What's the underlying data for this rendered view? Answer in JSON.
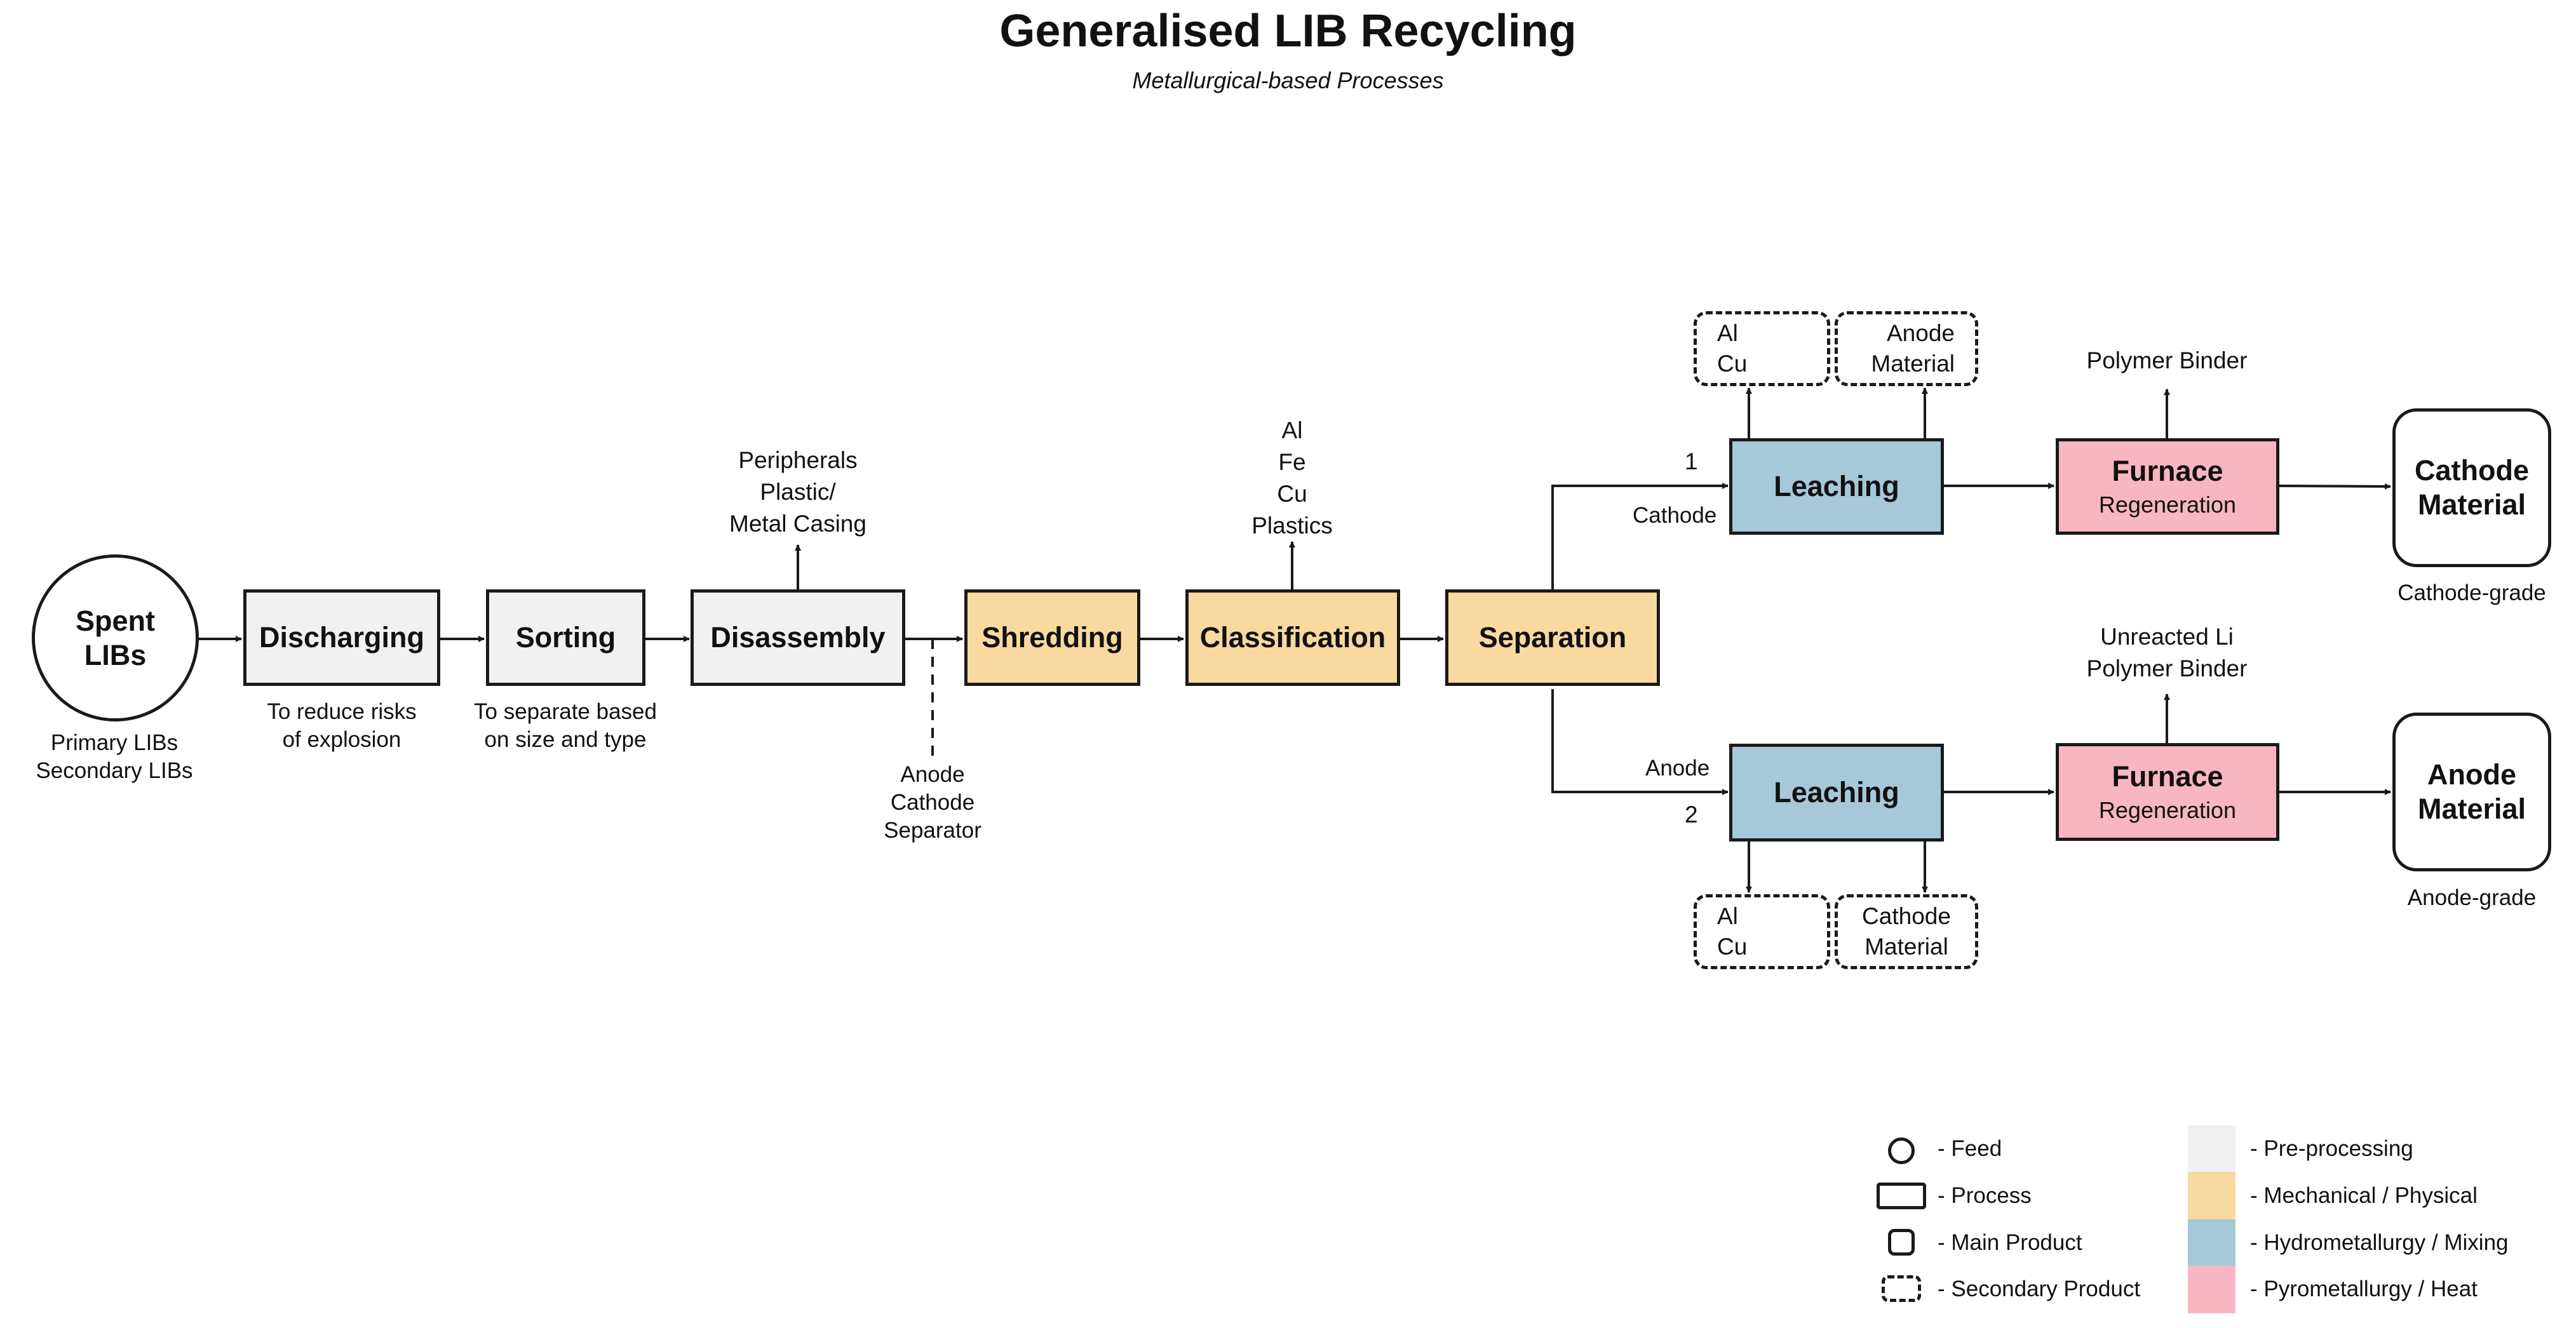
{
  "title": "Generalised LIB Recycling",
  "subtitle": "Metallurgical-based Processes",
  "colors": {
    "pre_processing": "#f1f1f1",
    "mechanical": "#f8d9a0",
    "hydrometallurgy": "#a6c8d9",
    "pyrometallurgy": "#f8b6c2",
    "stroke": "#1a1a1a"
  },
  "feed": {
    "label": "Spent LIBs",
    "label_line1": "Spent",
    "label_line2": "LIBs",
    "note_line1": "Primary LIBs",
    "note_line2": "Secondary LIBs"
  },
  "steps": {
    "discharging": {
      "label": "Discharging",
      "note_line1": "To reduce risks",
      "note_line2": "of explosion"
    },
    "sorting": {
      "label": "Sorting",
      "note_line1": "To separate based",
      "note_line2": "on size and type"
    },
    "disassembly": {
      "label": "Disassembly",
      "out_line1": "Peripherals",
      "out_line2": "Plastic/",
      "out_line3": "Metal Casing",
      "side_line1": "Anode",
      "side_line2": "Cathode",
      "side_line3": "Separator"
    },
    "shredding": {
      "label": "Shredding"
    },
    "classification": {
      "label": "Classification",
      "out_line1": "Al",
      "out_line2": "Fe",
      "out_line3": "Cu",
      "out_line4": "Plastics"
    },
    "separation": {
      "label": "Separation"
    }
  },
  "branch_cathode": {
    "number": "1",
    "stream_label": "Cathode",
    "leaching": "Leaching",
    "secondary_a_line1": "Al",
    "secondary_a_line2": "Cu",
    "secondary_b_line1": "Anode",
    "secondary_b_line2": "Material",
    "furnace": "Furnace",
    "furnace_sub": "Regeneration",
    "furnace_out": "Polymer Binder",
    "product_line1": "Cathode",
    "product_line2": "Material",
    "product_note": "Cathode-grade"
  },
  "branch_anode": {
    "number": "2",
    "stream_label": "Anode",
    "leaching": "Leaching",
    "secondary_a_line1": "Al",
    "secondary_a_line2": "Cu",
    "secondary_b_line1": "Cathode",
    "secondary_b_line2": "Material",
    "furnace": "Furnace",
    "furnace_sub": "Regeneration",
    "furnace_out_line1": "Unreacted Li",
    "furnace_out_line2": "Polymer Binder",
    "product_line1": "Anode",
    "product_line2": "Material",
    "product_note": "Anode-grade"
  },
  "legend": {
    "feed": "- Feed",
    "process": "- Process",
    "main_product": "- Main Product",
    "secondary_product": "- Secondary Product",
    "pre_processing": "- Pre-processing",
    "mechanical": "- Mechanical / Physical",
    "hydrometallurgy": "- Hydrometallurgy / Mixing",
    "pyrometallurgy": "- Pyrometallurgy / Heat"
  }
}
